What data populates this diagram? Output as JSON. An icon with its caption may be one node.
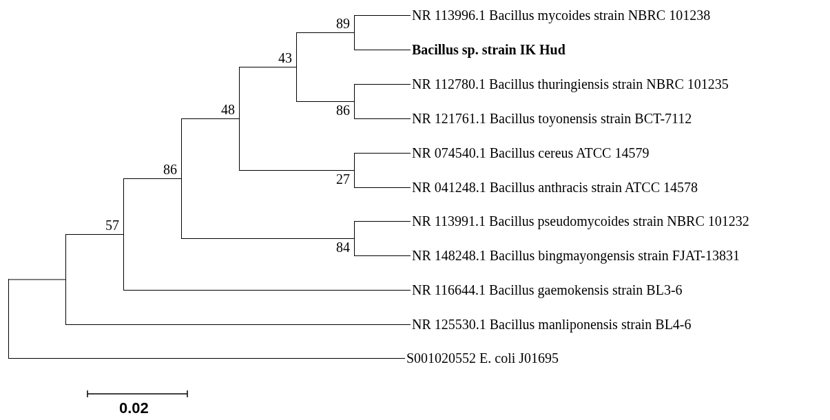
{
  "diagram": {
    "nodes": [
      {
        "text": [
          "NR 113996.1 Bacillus mycoides strain NBRC 101238"
        ]
      },
      {
        "text": [
          "Bacillus sp. strain IK Hud"
        ]
      },
      {
        "text": [
          "NR 112780.1 Bacillus thuringiensis strain NBRC 101235"
        ]
      },
      {
        "text": [
          "NR 121761.1 Bacillus toyonensis strain BCT-7112"
        ]
      },
      {
        "text": [
          "NR 074540.1 Bacillus cereus ATCC 14579"
        ]
      },
      {
        "text": [
          "NR 041248.1 Bacillus anthracis strain ATCC 14578"
        ]
      },
      {
        "text": [
          "NR 113991.1 Bacillus pseudomycoides strain NBRC 101232"
        ]
      },
      {
        "text": [
          "NR 148248.1 Bacillus bingmayongensis strain FJAT-13831"
        ]
      },
      {
        "text": [
          "NR 116644.1 Bacillus gaemokensis strain BL3-6"
        ]
      },
      {
        "text": [
          "NR 125530.1 Bacillus manliponensis strain BL4-6"
        ]
      },
      {
        "text": [
          "S001020552 E. coli J01695"
        ]
      },
      {
        "text": [],
        "shape": "bar"
      },
      {
        "text": [],
        "shape": "bar"
      },
      {
        "text": [],
        "shape": "bar",
        "beside": [
          "57"
        ]
      },
      {
        "text": [],
        "shape": "bar",
        "beside": [
          "86"
        ]
      },
      {
        "text": [],
        "shape": "bar",
        "beside": [
          "48"
        ]
      },
      {
        "text": [],
        "shape": "bar",
        "beside": [
          "43"
        ]
      },
      {
        "text": [],
        "shape": "bar",
        "beside": [
          "89"
        ]
      },
      {
        "text": [],
        "shape": "bar",
        "beside": [
          "86"
        ]
      },
      {
        "text": [],
        "shape": "bar",
        "beside": [
          "27"
        ]
      },
      {
        "text": [],
        "shape": "bar",
        "beside": [
          "84"
        ]
      }
    ],
    "edges": [
      {
        "from": 17,
        "to": 0,
        "arrow": "none"
      },
      {
        "from": 17,
        "to": 1,
        "arrow": "none"
      },
      {
        "from": 18,
        "to": 2,
        "arrow": "none"
      },
      {
        "from": 18,
        "to": 3,
        "arrow": "none"
      },
      {
        "from": 16,
        "to": 17,
        "arrow": "none"
      },
      {
        "from": 16,
        "to": 18,
        "arrow": "none"
      },
      {
        "from": 19,
        "to": 4,
        "arrow": "none"
      },
      {
        "from": 19,
        "to": 5,
        "arrow": "none"
      },
      {
        "from": 15,
        "to": 16,
        "arrow": "none"
      },
      {
        "from": 15,
        "to": 19,
        "arrow": "none"
      },
      {
        "from": 20,
        "to": 6,
        "arrow": "none"
      },
      {
        "from": 20,
        "to": 7,
        "arrow": "none"
      },
      {
        "from": 14,
        "to": 15,
        "arrow": "none"
      },
      {
        "from": 14,
        "to": 20,
        "arrow": "none"
      },
      {
        "from": 13,
        "to": 14,
        "arrow": "none"
      },
      {
        "from": 13,
        "to": 8,
        "arrow": "none"
      },
      {
        "from": 12,
        "to": 13,
        "arrow": "none"
      },
      {
        "from": 12,
        "to": 9,
        "arrow": "none"
      },
      {
        "from": 11,
        "to": 12,
        "arrow": "none"
      },
      {
        "from": 11,
        "to": 10,
        "arrow": "none"
      }
    ],
    "labels": [
      "0.02"
    ]
  }
}
